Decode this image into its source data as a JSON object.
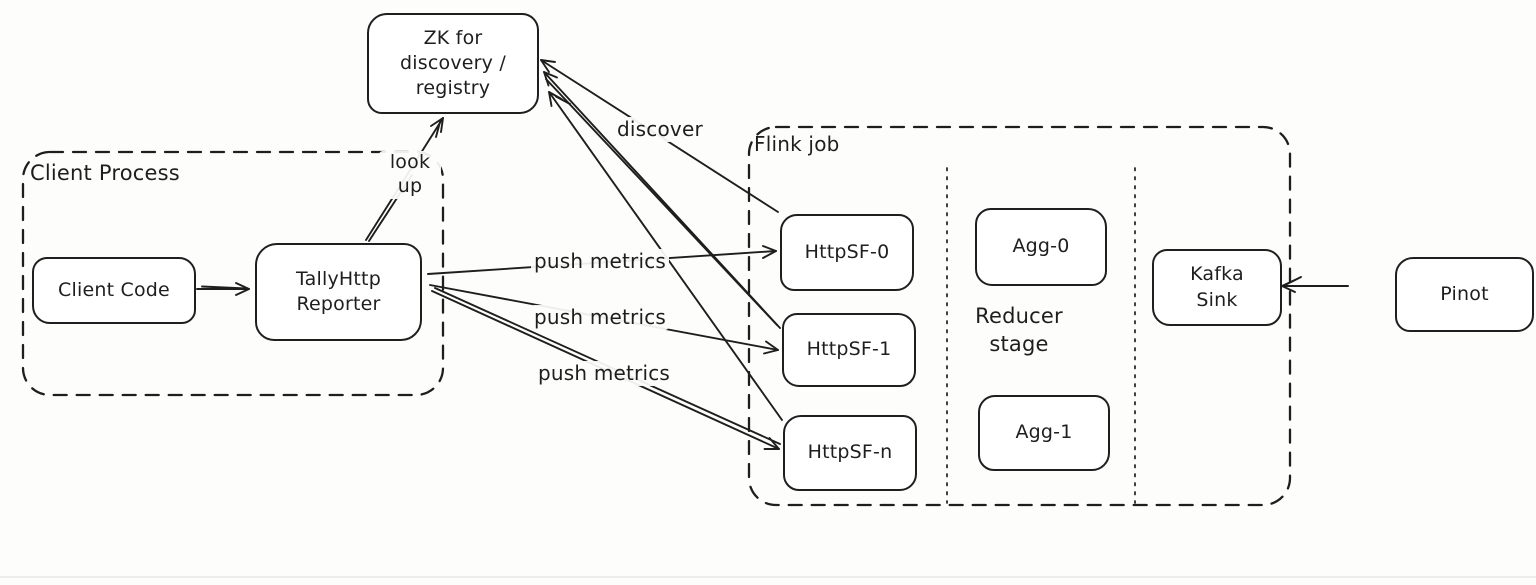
{
  "diagram_title": "Metrics reporting pipeline (hand-drawn diagram)",
  "colors": {
    "ink": "#1e1e1e",
    "canvas": "#fdfdfc",
    "box_fill": "#ffffff",
    "page_divider": "#ededec"
  },
  "containers": {
    "client_process": {
      "label": "Client Process"
    },
    "flink_job": {
      "label": "Flink job"
    }
  },
  "nodes": {
    "zk": {
      "label": "ZK for\ndiscovery /\nregistry"
    },
    "client_code": {
      "label": "Client Code"
    },
    "tally_reporter": {
      "label": "TallyHttp\nReporter"
    },
    "httpsf_0": {
      "label": "HttpSF-0"
    },
    "httpsf_1": {
      "label": "HttpSF-1"
    },
    "httpsf_n": {
      "label": "HttpSF-n"
    },
    "agg_0": {
      "label": "Agg-0"
    },
    "agg_1": {
      "label": "Agg-1"
    },
    "kafka_sink": {
      "label": "Kafka\nSink"
    },
    "pinot": {
      "label": "Pinot"
    }
  },
  "annotations": {
    "look_up": "look\nup",
    "discover": "discover",
    "push_metrics_1": "push metrics",
    "push_metrics_2": "push metrics",
    "push_metrics_3": "push metrics",
    "reducer_stage": "Reducer\nstage"
  },
  "edges": [
    {
      "from": "Client Code",
      "to": "TallyHttp Reporter",
      "label": ""
    },
    {
      "from": "TallyHttp Reporter",
      "to": "ZK for discovery / registry",
      "label": "look up"
    },
    {
      "from": "TallyHttp Reporter",
      "to": "HttpSF-0",
      "label": "push metrics"
    },
    {
      "from": "TallyHttp Reporter",
      "to": "HttpSF-1",
      "label": "push metrics"
    },
    {
      "from": "TallyHttp Reporter",
      "to": "HttpSF-n",
      "label": "push metrics"
    },
    {
      "from": "HttpSF-0",
      "to": "ZK for discovery / registry",
      "label": "discover"
    },
    {
      "from": "HttpSF-1",
      "to": "ZK for discovery / registry",
      "label": "discover"
    },
    {
      "from": "HttpSF-n",
      "to": "ZK for discovery / registry",
      "label": "discover"
    },
    {
      "from": "Pinot",
      "to": "Kafka Sink",
      "label": ""
    }
  ]
}
